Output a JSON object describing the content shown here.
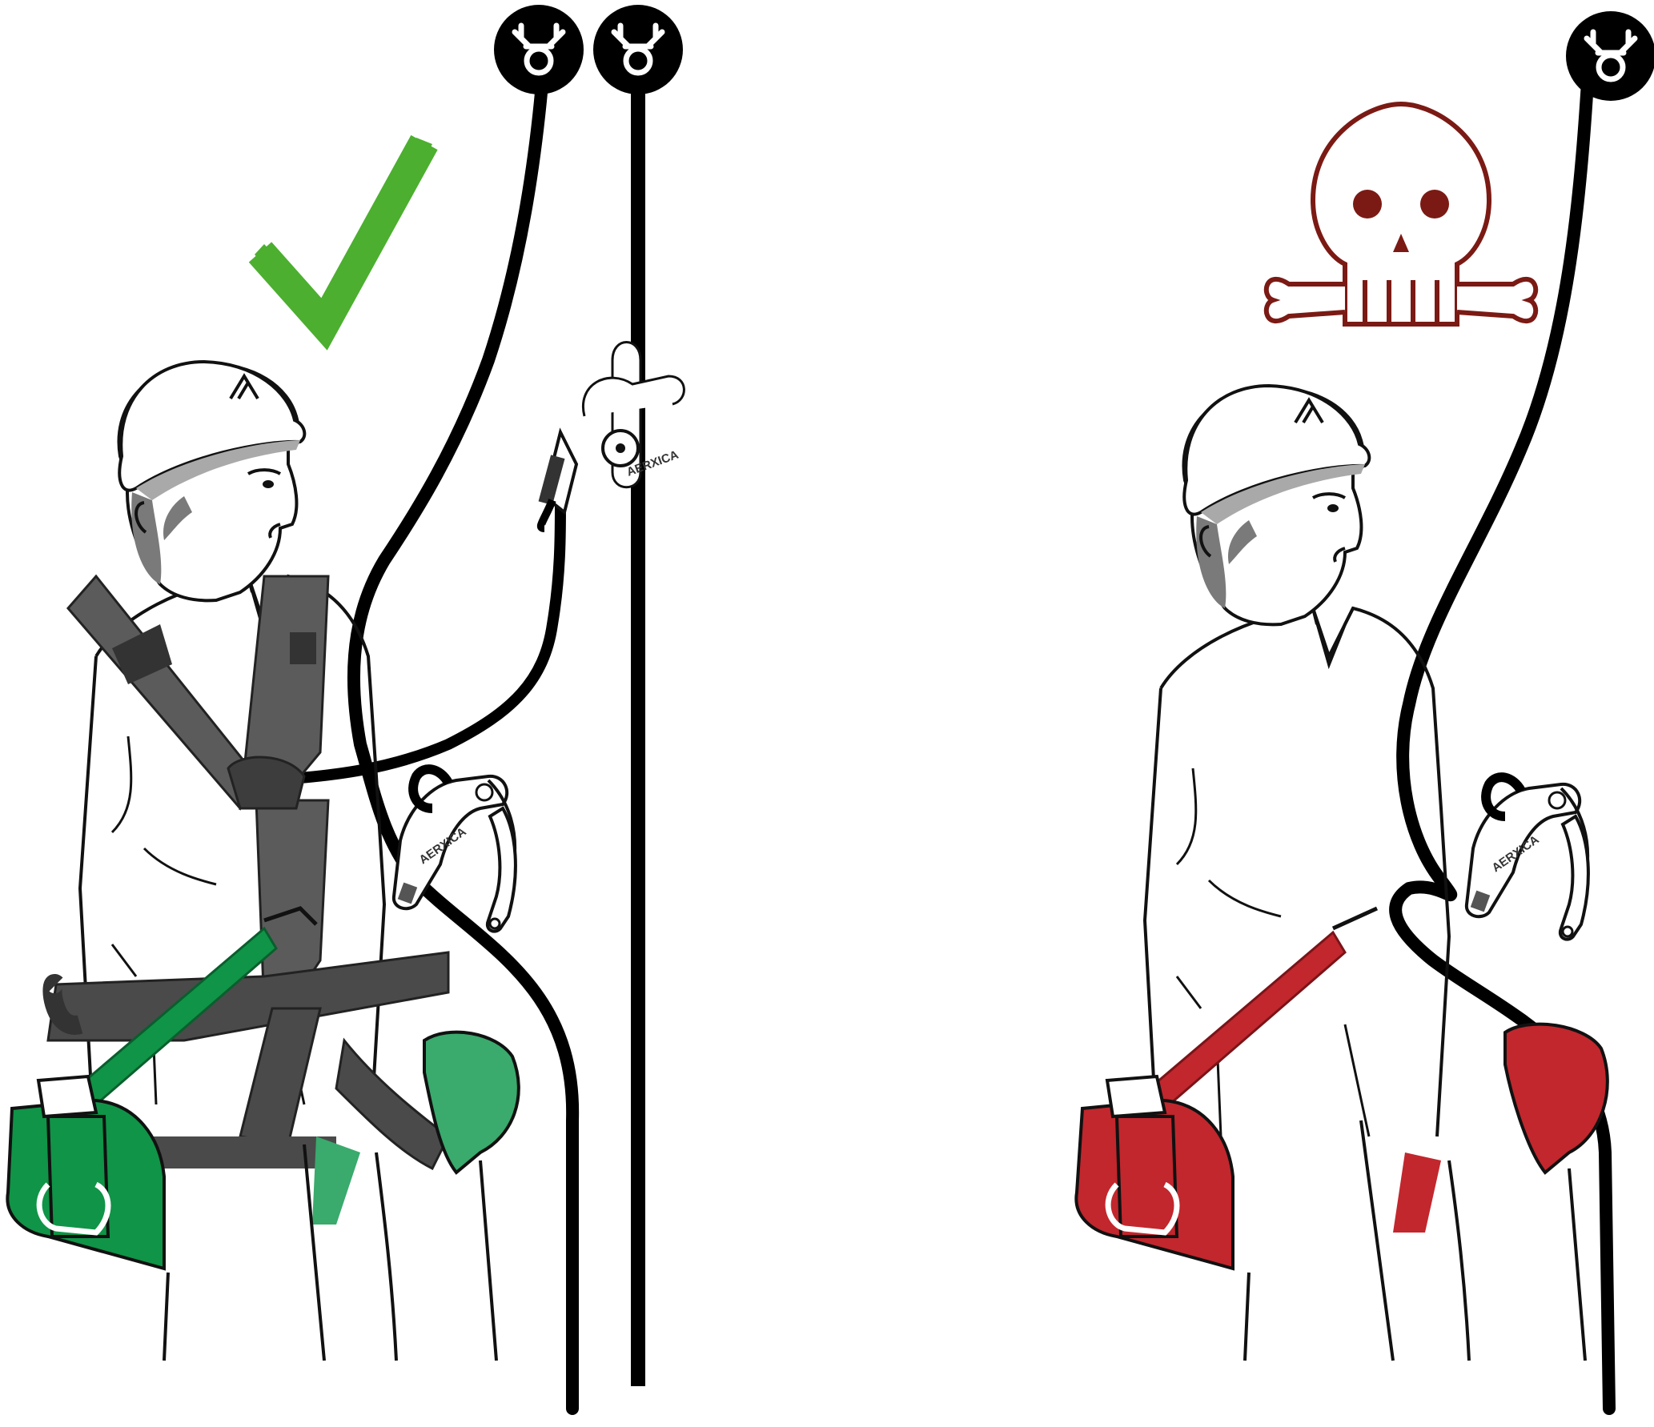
{
  "diagram": {
    "panels": [
      {
        "id": "correct",
        "verdict": "correct",
        "verdict_color": "#4caf2f",
        "accent_color": "#109447",
        "accent_light": "#3aaa6d",
        "anchor_count": 2
      },
      {
        "id": "incorrect",
        "verdict": "danger",
        "verdict_color": "#7b1a14",
        "accent_color": "#c1272d",
        "accent_light": "#c1272d",
        "anchor_count": 1
      }
    ],
    "device_brand": "AERXICA",
    "icons": [
      "anchor-point-icon",
      "checkmark-icon",
      "skull-crossbones-icon",
      "helmet-logo-icon"
    ],
    "colors": {
      "rope": "#000000",
      "harness": "#5b5b5b",
      "harness_dark": "#3d3d3d",
      "outline": "#111111"
    }
  }
}
